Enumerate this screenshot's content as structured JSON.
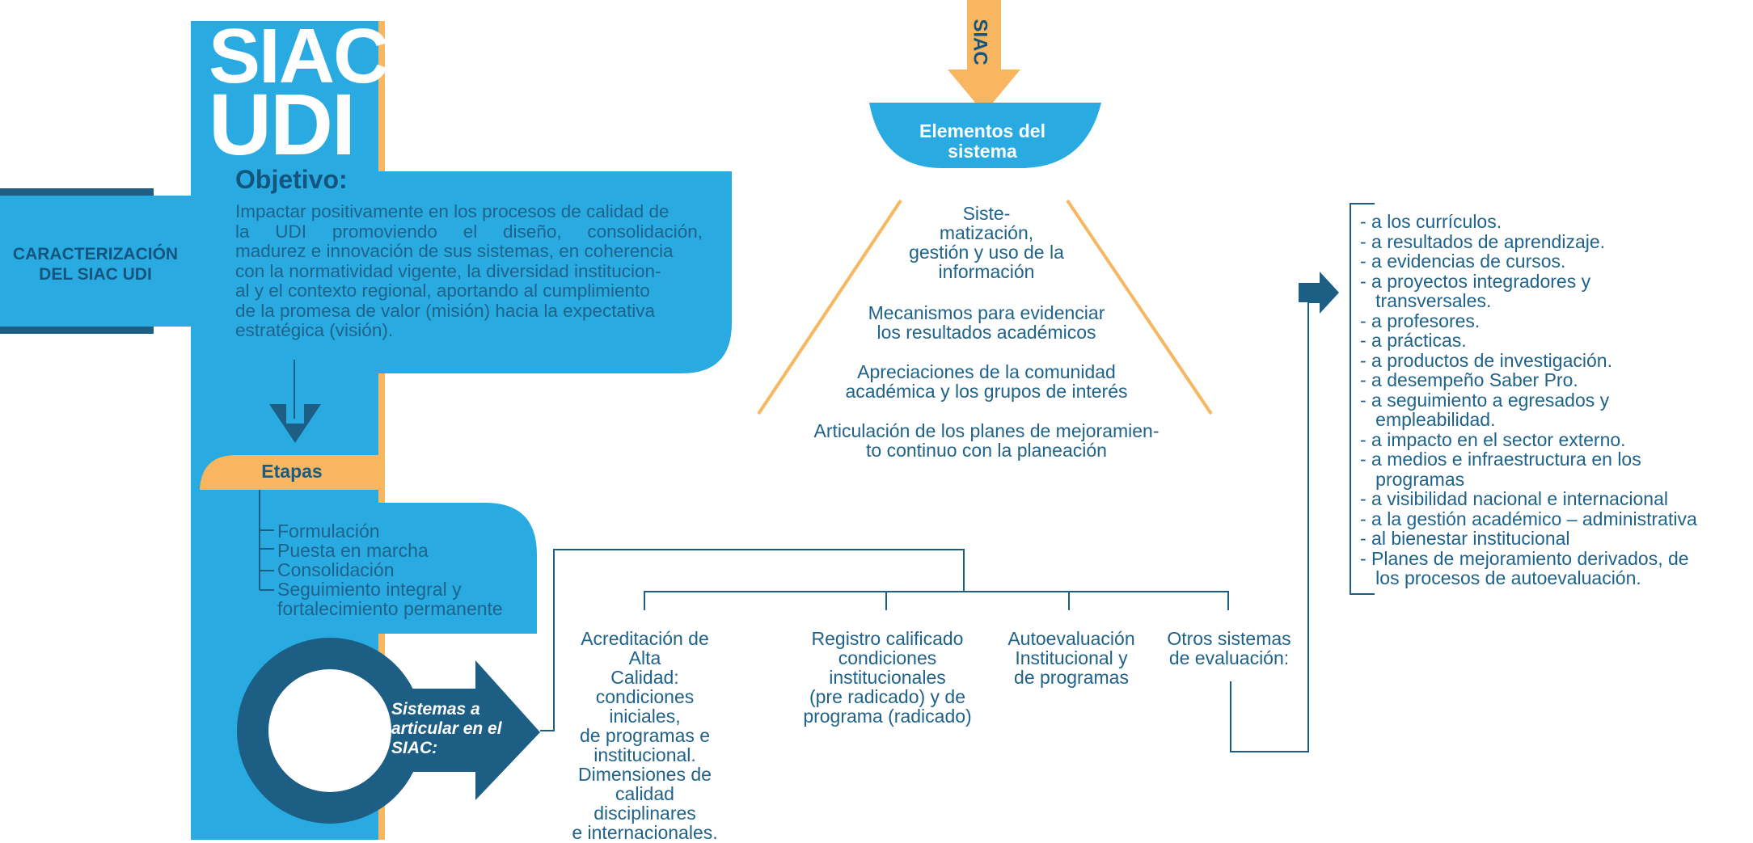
{
  "header": {
    "title_line1": "SIAC",
    "title_line2": "UDI"
  },
  "side_label": {
    "line1": "CARACTERIZACIÓN",
    "line2": "DEL SIAC UDI"
  },
  "objective": {
    "title": "Objetivo:",
    "lines": [
      "Impactar positivamente en los procesos de calidad de",
      "la UDI promoviendo el diseño, consolidación,",
      "madurez e innovación de sus sistemas, en coherencia",
      "con la normatividad vigente, la diversidad institucion-",
      "al y el contexto regional, aportando al cumplimiento",
      "de la promesa de valor (misión) hacia la expectativa",
      "estratégica (visión)."
    ]
  },
  "stages": {
    "title": "Etapas",
    "items": [
      "Formulación",
      "Puesta en marcha",
      "Consolidación",
      "Seguimiento integral y",
      "fortalecimiento permanente"
    ]
  },
  "systems_label": {
    "line1": "Sistemas a",
    "line2": "articular en el",
    "line3": "SIAC:"
  },
  "top_arrow_label": "SIAC",
  "elements": {
    "title_line1": "Elementos del",
    "title_line2": "sistema",
    "items": [
      [
        "Siste-",
        "matización,",
        "gestión y uso de la",
        "información"
      ],
      [
        "Mecanismos para evidenciar",
        "los resultados académicos"
      ],
      [
        "Apreciaciones de la comunidad",
        "académica y los grupos de interés"
      ],
      [
        "Articulación de los planes de mejoramien-",
        "to continuo con la planeación"
      ]
    ]
  },
  "systems": [
    [
      "Acreditación de Alta",
      "Calidad:",
      "condiciones iniciales,",
      "de programas e",
      "institucional.",
      "Dimensiones de",
      "calidad disciplinares",
      "e internacionales."
    ],
    [
      "Registro calificado",
      "condiciones",
      "institucionales",
      "(pre radicado) y de",
      "programa (radicado)"
    ],
    [
      "Autoevaluación",
      "Institucional y",
      "de programas"
    ],
    [
      "Otros sistemas",
      "de evaluación:"
    ]
  ],
  "evaluation_list": [
    "- a los currículos.",
    "- a resultados de aprendizaje.",
    "- a evidencias de cursos.",
    "- a proyectos integradores y",
    "   transversales.",
    "- a profesores.",
    "- a prácticas.",
    "- a productos de investigación.",
    "- a desempeño Saber Pro.",
    "- a seguimiento a egresados y",
    "   empleabilidad.",
    "- a impacto en el sector externo.",
    "- a medios e infraestructura en los",
    "   programas",
    "- a visibilidad nacional e internacional",
    "- a la gestión académico – administrativa",
    "- al bienestar institucional",
    "- Planes de mejoramiento derivados, de",
    "   los procesos de autoevaluación."
  ],
  "colors": {
    "primary_blue": "#29abe2",
    "dark_blue": "#1d5e85",
    "orange": "#f7b65f",
    "text_blue": "#1f628a"
  }
}
